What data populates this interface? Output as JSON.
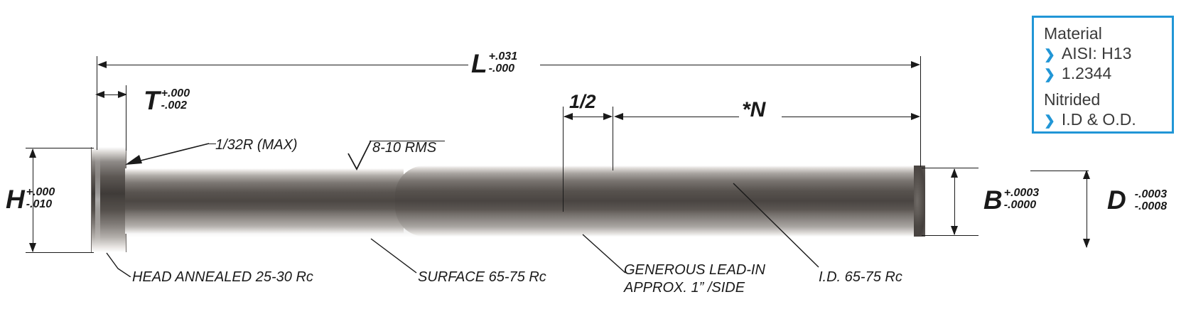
{
  "drawing": {
    "title": "Ejector Pin Technical Drawing",
    "dimensions": {
      "overall_length": {
        "letter": "L",
        "tol_plus": "+.031",
        "tol_minus": "-.000"
      },
      "head_thickness": {
        "letter": "T",
        "tol_plus": "+.000",
        "tol_minus": "-.002"
      },
      "head_diameter": {
        "letter": "H",
        "tol_plus": "+.000",
        "tol_minus": "-.010"
      },
      "bore_diameter": {
        "letter": "B",
        "tol_plus": "+.0003",
        "tol_minus": "-.0000"
      },
      "outer_diameter": {
        "letter": "D",
        "tol_plus": "-.0003",
        "tol_minus": "-.0008"
      },
      "half_inch": "1/2",
      "nitrided_length": "*N"
    },
    "callouts": {
      "corner_radius": "1/32R  (MAX)",
      "surface_finish": "8-10 RMS",
      "head_hardness": "HEAD ANNEALED 25-30 Rc",
      "surface_hardness": "SURFACE 65-75 Rc",
      "lead_in_line1": "GENEROUS LEAD-IN",
      "lead_in_line2": "APPROX. 1” /SIDE",
      "id_hardness": "I.D. 65-75 Rc"
    }
  },
  "material_box": {
    "material_heading": "Material",
    "material_items": [
      "AISI: H13",
      "1.2344"
    ],
    "treatment_heading": "Nitrided",
    "treatment_items": [
      "I.D & O.D."
    ],
    "chevron": "❯",
    "accent_color": "#2196d6"
  }
}
